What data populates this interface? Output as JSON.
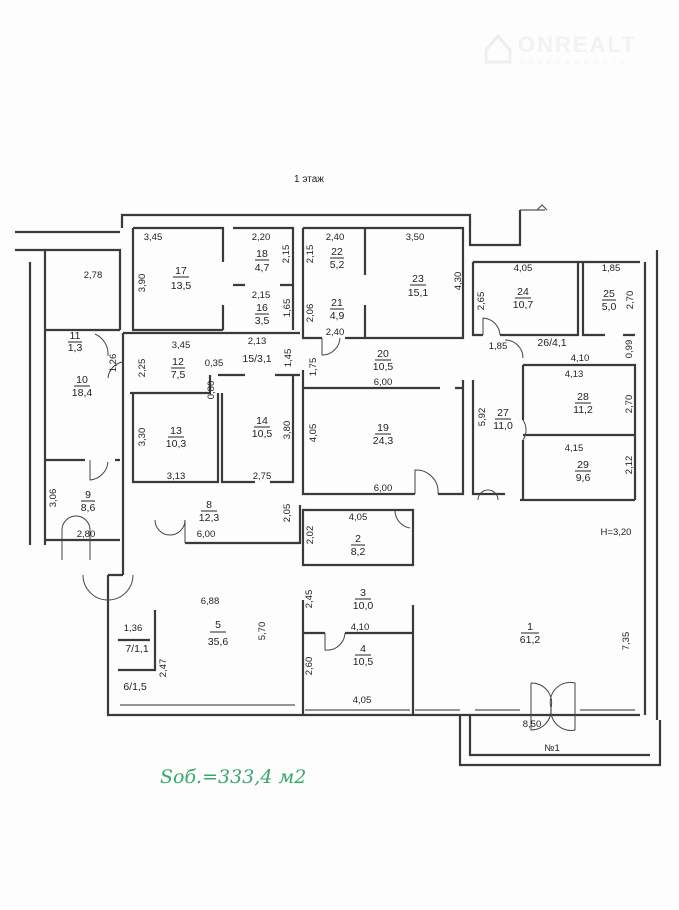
{
  "watermark": {
    "brand": "ONREALT",
    "sub": "НЕДВИЖИМОСТЬ"
  },
  "title": "1 этаж",
  "total_area": "Sоб.=333,4 м2",
  "ceiling_height": "H=3,20",
  "entrance": "№1",
  "rooms": [
    {
      "n": "17",
      "a": "13,5"
    },
    {
      "n": "18",
      "a": "4,7"
    },
    {
      "n": "16",
      "a": "3,5"
    },
    {
      "n": "22",
      "a": "5,2"
    },
    {
      "n": "21",
      "a": "4,9"
    },
    {
      "n": "23",
      "a": "15,1"
    },
    {
      "n": "24",
      "a": "10,7"
    },
    {
      "n": "25",
      "a": "5,0"
    },
    {
      "n": "11",
      "a": "1,3"
    },
    {
      "n": "12",
      "a": "7,5"
    },
    {
      "n": "10",
      "a": "18,4"
    },
    {
      "n": "13",
      "a": "10,3"
    },
    {
      "n": "14",
      "a": "10,5"
    },
    {
      "n": "20",
      "a": "10,5"
    },
    {
      "n": "19",
      "a": "24,3"
    },
    {
      "n": "27",
      "a": "11,0"
    },
    {
      "n": "28",
      "a": "11,2"
    },
    {
      "n": "29",
      "a": "9,6"
    },
    {
      "n": "9",
      "a": "8,6"
    },
    {
      "n": "8",
      "a": "12,3"
    },
    {
      "n": "2",
      "a": "8,2"
    },
    {
      "n": "3",
      "a": "10,0"
    },
    {
      "n": "5",
      "a": "35,6"
    },
    {
      "n": "4",
      "a": "10,5"
    },
    {
      "n": "1",
      "a": "61,2"
    }
  ],
  "room_singles": [
    "15/3,1",
    "26/4,1",
    "7/1,1",
    "6/1,5"
  ],
  "dims": [
    "2,78",
    "3,45",
    "3,90",
    "2,20",
    "2,15",
    "2,15",
    "1,65",
    "2,13",
    "1,45",
    "2,40",
    "2,15",
    "2,06",
    "2,40",
    "3,50",
    "4,30",
    "4,05",
    "2,65",
    "1,85",
    "2,70",
    "1,85",
    "4,10",
    "0,99",
    "4,13",
    "2,70",
    "4,15",
    "2,12",
    "3,45",
    "0,35",
    "0,80",
    "2,25",
    "1,26",
    "1,75",
    "6,00",
    "6,00",
    "4,05",
    "5,92",
    "3,30",
    "3,13",
    "2,75",
    "3,80",
    "3,06",
    "2,05",
    "6,00",
    "2,80",
    "4,05",
    "2,02",
    "6,88",
    "2,45",
    "4,10",
    "5,70",
    "1,36",
    "2,47",
    "2,60",
    "4,05",
    "8,50",
    "7,35"
  ]
}
